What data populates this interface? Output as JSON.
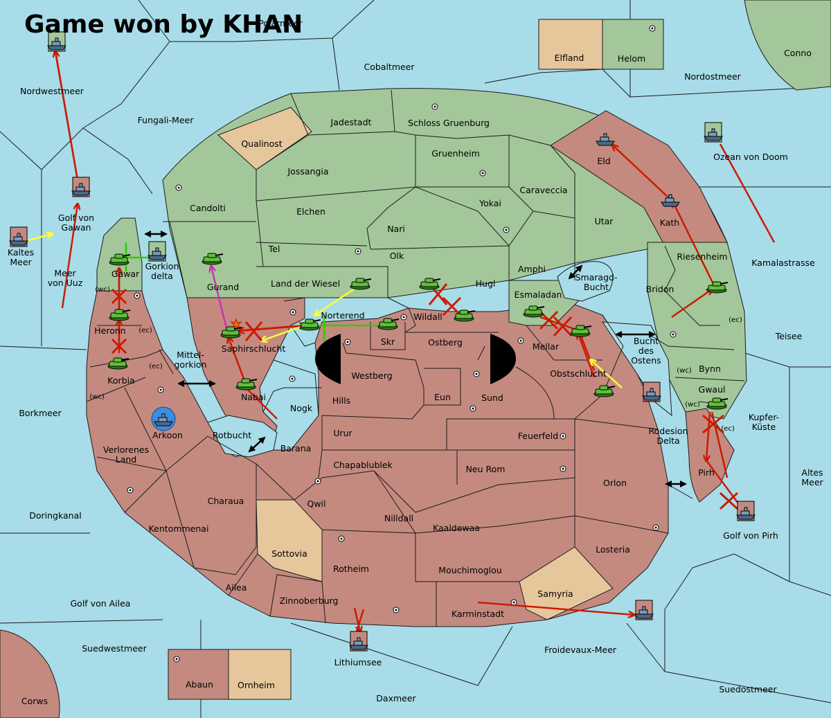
{
  "title": "Game won by KHAN",
  "colors": {
    "sea": "#a8dce8",
    "owner_khan": "#c48a80",
    "owner_green": "#a3c79a",
    "neutral": "#e6c79c",
    "order_move": "#cc1a00",
    "order_support": "#ffff33",
    "order_convoy_green": "#33cc00",
    "order_retreat": "#cc33aa"
  },
  "territories": [
    {
      "name": "Polarmeer"
    },
    {
      "name": "Cobaltmeer"
    },
    {
      "name": "Elfland"
    },
    {
      "name": "Helom"
    },
    {
      "name": "Conno"
    },
    {
      "name": "Nordostmeer"
    },
    {
      "name": "Nordwestmeer"
    },
    {
      "name": "Fungali-Meer"
    },
    {
      "name": "Jadestadt"
    },
    {
      "name": "Schloss Gruenburg"
    },
    {
      "name": "Qualinost"
    },
    {
      "name": "Gruenheim"
    },
    {
      "name": "Eld"
    },
    {
      "name": "Ozean von Doom"
    },
    {
      "name": "Jossangia"
    },
    {
      "name": "Caraveccia"
    },
    {
      "name": "Golf von Gawan"
    },
    {
      "name": "Candolti"
    },
    {
      "name": "Elchen"
    },
    {
      "name": "Yokai"
    },
    {
      "name": "Utar"
    },
    {
      "name": "Kath"
    },
    {
      "name": "Kaltes Meer"
    },
    {
      "name": "Nari"
    },
    {
      "name": "Kamalastrasse"
    },
    {
      "name": "Tel"
    },
    {
      "name": "Olk"
    },
    {
      "name": "Riesenheim"
    },
    {
      "name": "Gawar"
    },
    {
      "name": "Gorkion delta"
    },
    {
      "name": "Amphi"
    },
    {
      "name": "Meer von Uuz"
    },
    {
      "name": "Gurand"
    },
    {
      "name": "Land der Wiesel"
    },
    {
      "name": "Hugl"
    },
    {
      "name": "Smaragd-Bucht"
    },
    {
      "name": "Bridon"
    },
    {
      "name": "Esmaladan"
    },
    {
      "name": "Norterend"
    },
    {
      "name": "Wildall"
    },
    {
      "name": "Heronn"
    },
    {
      "name": "Saphirschlucht"
    },
    {
      "name": "Skr"
    },
    {
      "name": "Ostberg"
    },
    {
      "name": "Mellar"
    },
    {
      "name": "Teisee"
    },
    {
      "name": "Bucht des Ostens"
    },
    {
      "name": "Mittel-gorkion"
    },
    {
      "name": "Korbia"
    },
    {
      "name": "Westberg"
    },
    {
      "name": "Obstschlucht"
    },
    {
      "name": "Bynn"
    },
    {
      "name": "Gwaul"
    },
    {
      "name": "Nabai"
    },
    {
      "name": "Hills"
    },
    {
      "name": "Eun"
    },
    {
      "name": "Sund"
    },
    {
      "name": "Nogk"
    },
    {
      "name": "Borkmeer"
    },
    {
      "name": "Kupfer-Küste"
    },
    {
      "name": "Arkoon"
    },
    {
      "name": "Rotbucht"
    },
    {
      "name": "Urur"
    },
    {
      "name": "Feuerfeld"
    },
    {
      "name": "Rodesion Delta"
    },
    {
      "name": "Barana"
    },
    {
      "name": "Verlorenes Land"
    },
    {
      "name": "Chapablublek"
    },
    {
      "name": "Neu Rom"
    },
    {
      "name": "Pirh"
    },
    {
      "name": "Altes Meer"
    },
    {
      "name": "Orlon"
    },
    {
      "name": "Qwil"
    },
    {
      "name": "Charaua"
    },
    {
      "name": "Doringkanal"
    },
    {
      "name": "Nilldall"
    },
    {
      "name": "Kentommenai"
    },
    {
      "name": "Kaaldewaa"
    },
    {
      "name": "Golf von Pirh"
    },
    {
      "name": "Losteria"
    },
    {
      "name": "Sottovia"
    },
    {
      "name": "Rotheim"
    },
    {
      "name": "Mouchimoglou"
    },
    {
      "name": "Ailea"
    },
    {
      "name": "Samyria"
    },
    {
      "name": "Zinnoberburg"
    },
    {
      "name": "Golf von Ailea"
    },
    {
      "name": "Karminstadt"
    },
    {
      "name": "Suedwestmeer"
    },
    {
      "name": "Froidevaux-Meer"
    },
    {
      "name": "Lithiumsee"
    },
    {
      "name": "Abaun"
    },
    {
      "name": "Ornheim"
    },
    {
      "name": "Suedostmeer"
    },
    {
      "name": "Daxmeer"
    },
    {
      "name": "Corws"
    }
  ],
  "coasts": [
    "(wc)",
    "(ec)",
    "(ec)",
    "(wc)",
    "(ec)",
    "(wc)",
    "(wc)",
    "(ec)"
  ],
  "unit_types": {
    "army": "tank-icon",
    "fleet": "ship-icon"
  }
}
